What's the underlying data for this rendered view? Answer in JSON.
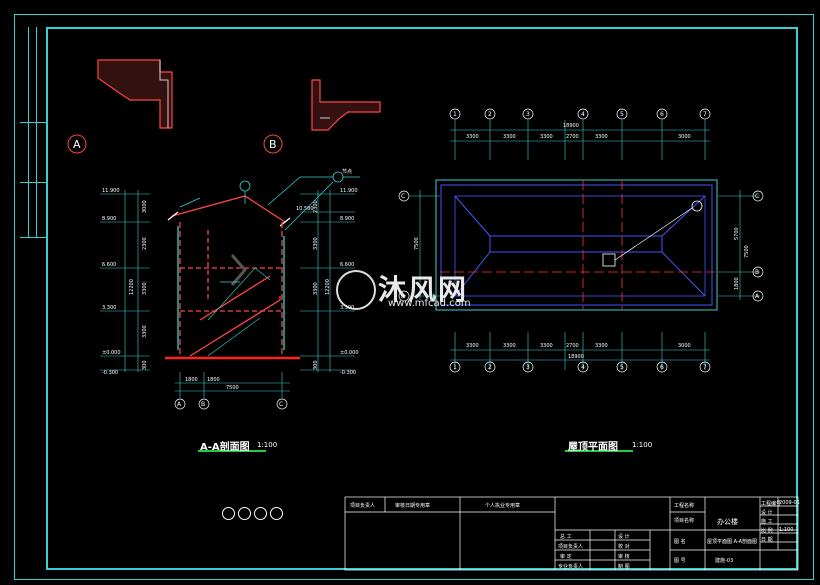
{
  "section": {
    "circle_a": "A",
    "circle_b": "B",
    "elevations_left": [
      "11.900",
      "8.900",
      "6.600",
      "3.300",
      "±0.000",
      "-0.300"
    ],
    "elevations_right": [
      "11.900",
      "10.580",
      "8.900",
      "6.600",
      "3.300",
      "±0.000",
      "-0.300"
    ],
    "vertical_dims_left": [
      "3000",
      "2300",
      "3300",
      "3300",
      "300"
    ],
    "vertical_dims_right": [
      "2300",
      "3300",
      "3300",
      "300"
    ],
    "vertical_total": "12200",
    "horizontal_dims": [
      "1800",
      "1800",
      "7500"
    ],
    "axis_labels": [
      "A",
      "B",
      "C"
    ],
    "detail_tag": "节点",
    "title": "A-A剖面图",
    "scale": "1:100"
  },
  "roof": {
    "axis_top": [
      "1",
      "2",
      "3",
      "4",
      "5",
      "6",
      "7"
    ],
    "dims_top": [
      "3300",
      "3300",
      "3300",
      "2700",
      "3300",
      "3000"
    ],
    "total_top": "18900",
    "dims_bottom": [
      "3300",
      "3300",
      "3300",
      "2700",
      "3300",
      "3000"
    ],
    "total_bottom": "18900",
    "axis_bottom": [
      "1",
      "2",
      "3",
      "4",
      "5",
      "6",
      "7"
    ],
    "axis_left": [
      "C",
      "A"
    ],
    "axis_right": [
      "C",
      "B",
      "A"
    ],
    "dim_left": "7500",
    "dims_right": [
      "5700",
      "7500",
      "1800"
    ],
    "title": "屋顶平面图",
    "scale": "1:100"
  },
  "watermark": {
    "brand": "沐风网",
    "url": "www.mfcad.com"
  },
  "title_block": {
    "headers": [
      "项目负责人",
      "审核日期专用章",
      "个人执业专用章"
    ],
    "rows_left": [
      "总 工",
      "项目负责人",
      "审 定",
      "专业负责人"
    ],
    "rows_mid": [
      "设 计",
      "校 对",
      "审 核",
      "制 图"
    ],
    "project_label": "工程名称",
    "project_label2": "项目名称",
    "project_name": "办公楼",
    "drawing_label": "图 名",
    "drawing_name": "屋顶平面图 A-A剖面图",
    "number_label": "图 号",
    "number": "建施-03",
    "meta": [
      "工程编号",
      "2009-01",
      "设 计",
      "施 工",
      "比 例",
      "1:100",
      "日 期"
    ]
  }
}
